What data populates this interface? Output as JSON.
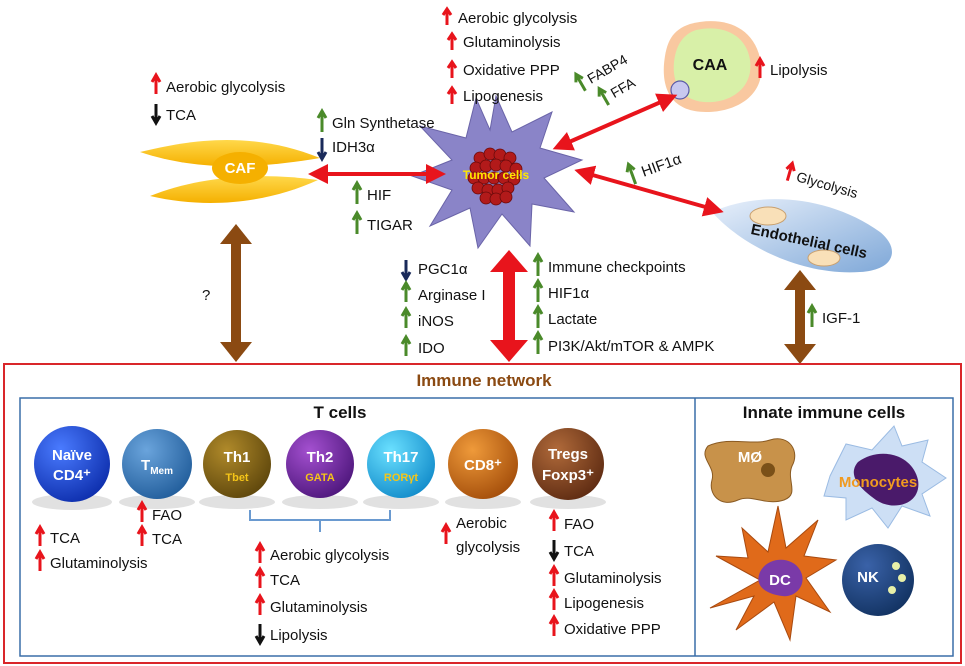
{
  "tumor": {
    "label": "Tumor cells",
    "up": [
      "Aerobic glycolysis",
      "Glutaminolysis",
      "Oxidative PPP",
      "Lipogenesis"
    ]
  },
  "caa": {
    "label": "CAA",
    "lipolysis": "Lipolysis",
    "fabp4": "FABP4",
    "ffa": "FFA"
  },
  "caf": {
    "label": "CAF",
    "aerobic": "Aerobic glycolysis",
    "tca": "TCA",
    "question": "?"
  },
  "caf_tumor": {
    "gln": "Gln Synthetase",
    "idh": "IDH3α",
    "hif": "HIF",
    "tigar": "TIGAR"
  },
  "endothelial": {
    "label": "Endothelial cells",
    "glycolysis": "Glycolysis",
    "hif1a": "HIF1α",
    "igf1": "IGF-1"
  },
  "tumor_immune_left": [
    "PGC1α",
    "Arginase I",
    "iNOS",
    "IDO"
  ],
  "tumor_immune_right": [
    "Immune checkpoints",
    "HIF1α",
    "Lactate",
    "PI3K/Akt/mTOR  & AMPK"
  ],
  "immune": {
    "title": "Immune network",
    "tcells_title": "T cells",
    "innate_title": "Innate immune cells",
    "cells": [
      {
        "name": "Naïve",
        "name2": "CD4⁺",
        "sub": ""
      },
      {
        "name": "TMem",
        "name2": "",
        "sub": ""
      },
      {
        "name": "Th1",
        "name2": "",
        "sub": "Tbet"
      },
      {
        "name": "Th2",
        "name2": "",
        "sub": "GATA"
      },
      {
        "name": "Th17",
        "name2": "",
        "sub": "RORγt"
      },
      {
        "name": "CD8⁺",
        "name2": "",
        "sub": ""
      },
      {
        "name": "Tregs",
        "name2": "Foxp3⁺",
        "sub": ""
      }
    ],
    "naive_metab": [
      "TCA",
      "Glutaminolysis"
    ],
    "tmem_metab": [
      "FAO",
      "TCA"
    ],
    "th_metab_up": [
      "Aerobic glycolysis",
      "TCA",
      "Glutaminolysis"
    ],
    "th_metab_down": [
      "Lipolysis"
    ],
    "cd8_metab": [
      "Aerobic",
      "glycolysis"
    ],
    "treg_metab_up": [
      "FAO"
    ],
    "treg_metab_down": [
      "TCA"
    ],
    "treg_metab_up2": [
      "Glutaminolysis",
      "Lipogenesis",
      "Oxidative PPP"
    ],
    "innate": {
      "mo": "MØ",
      "monocytes": "Monocytes",
      "dc": "DC",
      "nk": "NK"
    }
  },
  "colors": {
    "up_arrow": "#e8141c",
    "green_arrow": "#4a8a2a",
    "down_arrow": "#1a2a5a",
    "brown_arrow": "#8b4a12",
    "frame_red": "#d9262a",
    "frame_blue": "#3a6ea8"
  }
}
